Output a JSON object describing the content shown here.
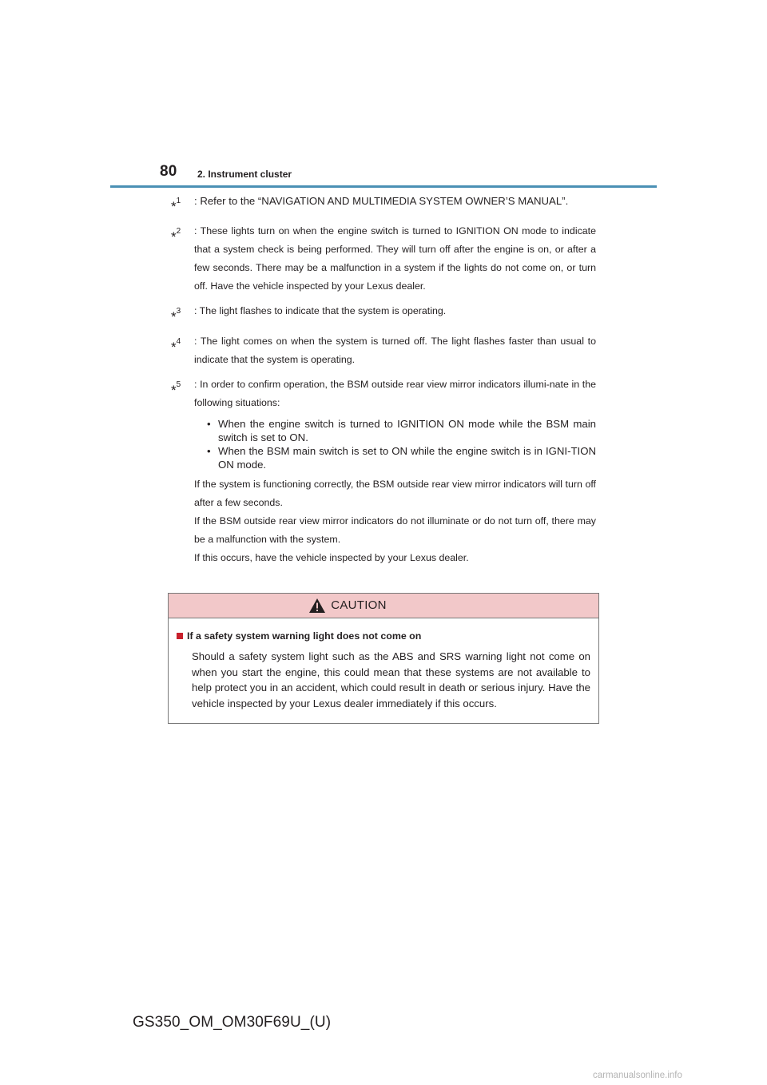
{
  "header": {
    "page_number": "80",
    "section_title": "2. Instrument cluster"
  },
  "notes": [
    {
      "marker": "1",
      "text": ": Refer to the “NAVIGATION AND MULTIMEDIA SYSTEM OWNER’S MANUAL”."
    },
    {
      "marker": "2",
      "text": ": These lights turn on when the engine switch is turned to IGNITION ON mode to indicate that a system check is being performed. They will turn off after the engine is on, or after a few seconds. There may be a malfunction in a system if the lights do not come on, or turn off. Have the vehicle inspected by your Lexus dealer."
    },
    {
      "marker": "3",
      "text": ": The light flashes to indicate that the system is operating."
    },
    {
      "marker": "4",
      "text": ": The light comes on when the system is turned off. The light flashes faster than usual to indicate that the system is operating."
    },
    {
      "marker": "5",
      "text": ": In order to confirm operation, the BSM outside rear view mirror indicators illumi-nate in the following situations:",
      "bullets": [
        "When the engine switch is turned to IGNITION ON mode while the BSM main switch is set to ON.",
        "When the BSM main switch is set to ON while the engine switch is in IGNI-TION ON mode."
      ],
      "paragraphs": [
        "If the system is functioning correctly, the BSM outside rear view mirror indicators will turn off after a few seconds.",
        "If the BSM outside rear view mirror indicators do not illuminate or do not turn off, there may be a malfunction with the system.",
        "If this occurs, have the vehicle inspected by your Lexus dealer."
      ]
    }
  ],
  "caution": {
    "title": "CAUTION",
    "icon": "warning-triangle-icon",
    "heading": "If a safety system warning light does not come on",
    "text": "Should a safety system light such as the ABS and SRS warning light not come on when you start the engine, this could mean that these systems are not available to help protect you in an accident, which could result in death or serious injury. Have the vehicle inspected by your Lexus dealer immediately if this occurs."
  },
  "footer": {
    "document_id": "GS350_OM_OM30F69U_(U)",
    "watermark": "carmanualsonline.info"
  },
  "colors": {
    "rule": "#4a90b4",
    "caution_header": "#f2c8c9",
    "bullet_square": "#c8202c"
  }
}
